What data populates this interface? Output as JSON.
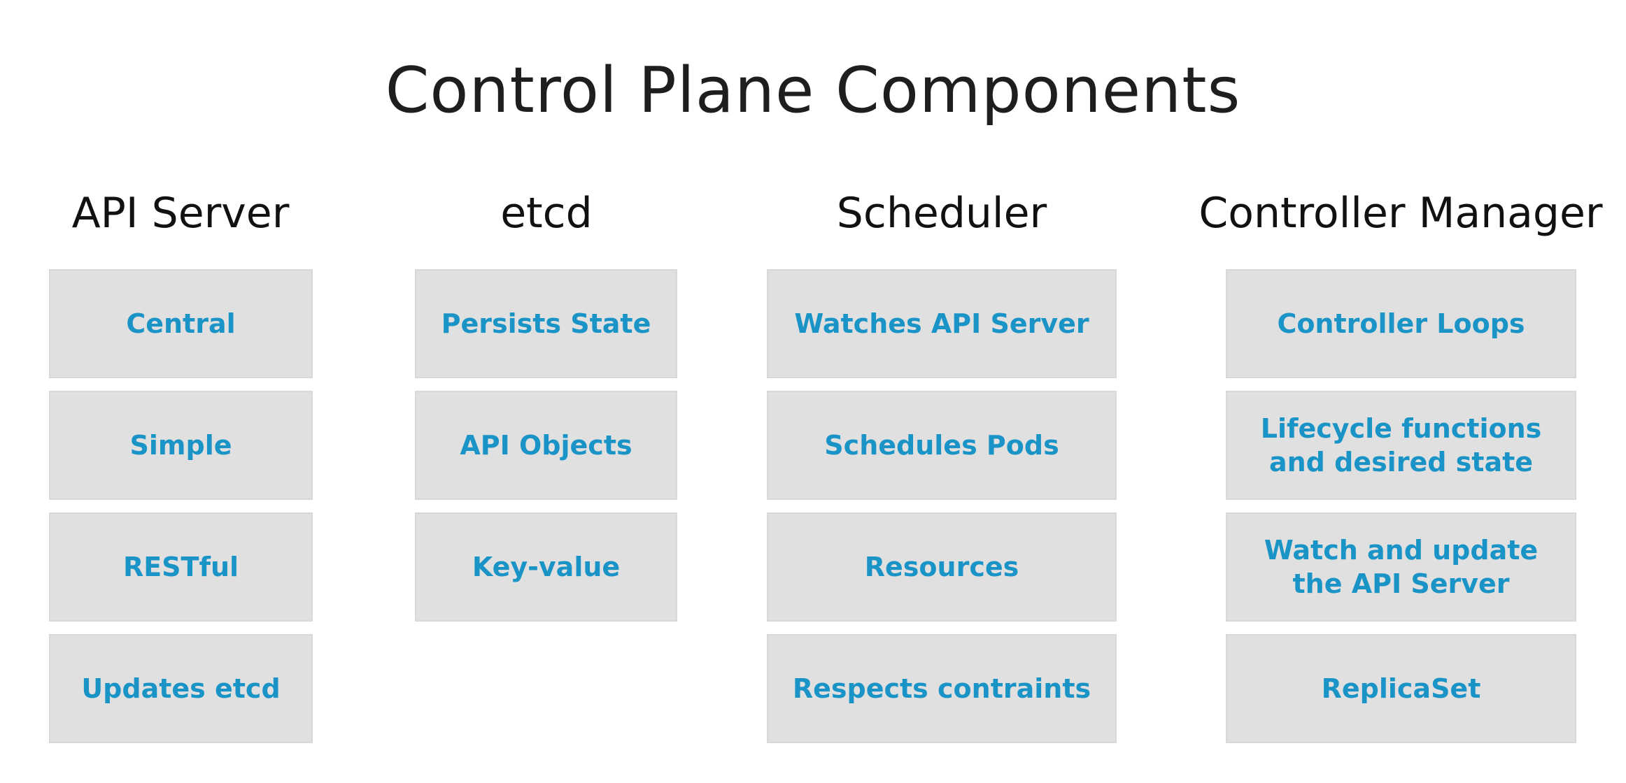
{
  "title": "Control Plane Components",
  "columns": [
    {
      "title": "API Server",
      "items": [
        "Central",
        "Simple",
        "RESTful",
        "Updates etcd"
      ]
    },
    {
      "title": "etcd",
      "items": [
        "Persists State",
        "API Objects",
        "Key-value"
      ]
    },
    {
      "title": "Scheduler",
      "items": [
        "Watches API Server",
        "Schedules Pods",
        "Resources",
        "Respects contraints"
      ]
    },
    {
      "title": "Controller Manager",
      "items": [
        "Controller Loops",
        "Lifecycle functions\nand desired state",
        "Watch and update\nthe API Server",
        "ReplicaSet"
      ]
    }
  ],
  "colors": {
    "card_background": "#e0e0e0",
    "card_text": "#1a94c6",
    "title_text": "#1e1e1e"
  }
}
